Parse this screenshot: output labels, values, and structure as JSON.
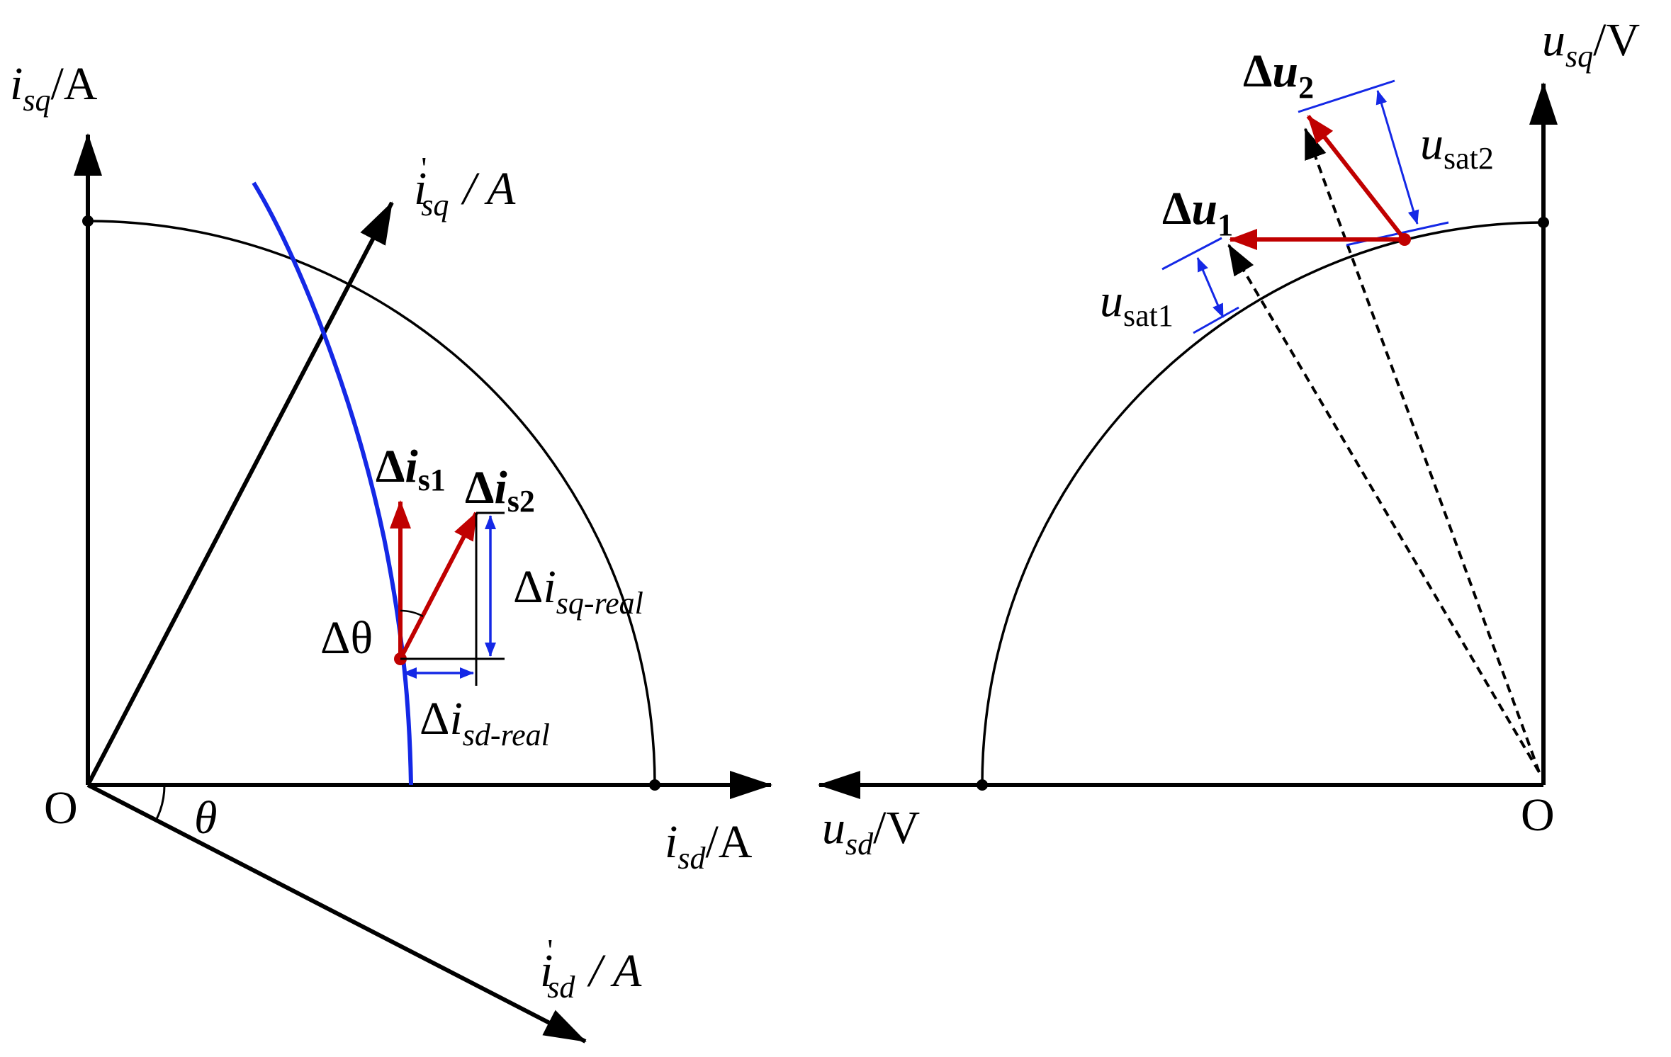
{
  "colors": {
    "axis": "#000000",
    "trajectory": "#1428e6",
    "vector": "#c00000",
    "dimension": "#1428e6",
    "dashed": "#000000"
  },
  "current_plane": {
    "origin": "O",
    "isq_axis": {
      "var": "i",
      "sub": "sq",
      "unit": "/A"
    },
    "isd_axis": {
      "var": "i",
      "sub": "sd",
      "unit": "/A"
    },
    "isq_rot_axis": {
      "var": "i",
      "prime": "'",
      "sub": "sq",
      "unit": "/ A"
    },
    "isd_rot_axis": {
      "var": "i",
      "prime": "'",
      "sub": "sd",
      "unit": "/ A"
    },
    "theta": "θ",
    "delta_theta": "Δθ",
    "delta_is1": {
      "delta": "Δ",
      "var": "i",
      "sub": "s1"
    },
    "delta_is2": {
      "delta": "Δ",
      "var": "i",
      "sub": "s2"
    },
    "delta_isq_real": {
      "delta": "Δ",
      "var": "i",
      "sub": "sq-real"
    },
    "delta_isd_real": {
      "delta": "Δ",
      "var": "i",
      "sub": "sd-real"
    }
  },
  "voltage_plane": {
    "origin": "O",
    "usq_axis": {
      "var": "u",
      "sub": "sq",
      "unit": "/V"
    },
    "usd_axis": {
      "var": "u",
      "sub": "sd",
      "unit": "/V"
    },
    "delta_u1": {
      "delta": "Δ",
      "var": "u",
      "sub": "1"
    },
    "delta_u2": {
      "delta": "Δ",
      "var": "u",
      "sub": "2"
    },
    "usat1": {
      "var": "u",
      "sub": "sat1"
    },
    "usat2": {
      "var": "u",
      "sub": "sat2"
    }
  }
}
